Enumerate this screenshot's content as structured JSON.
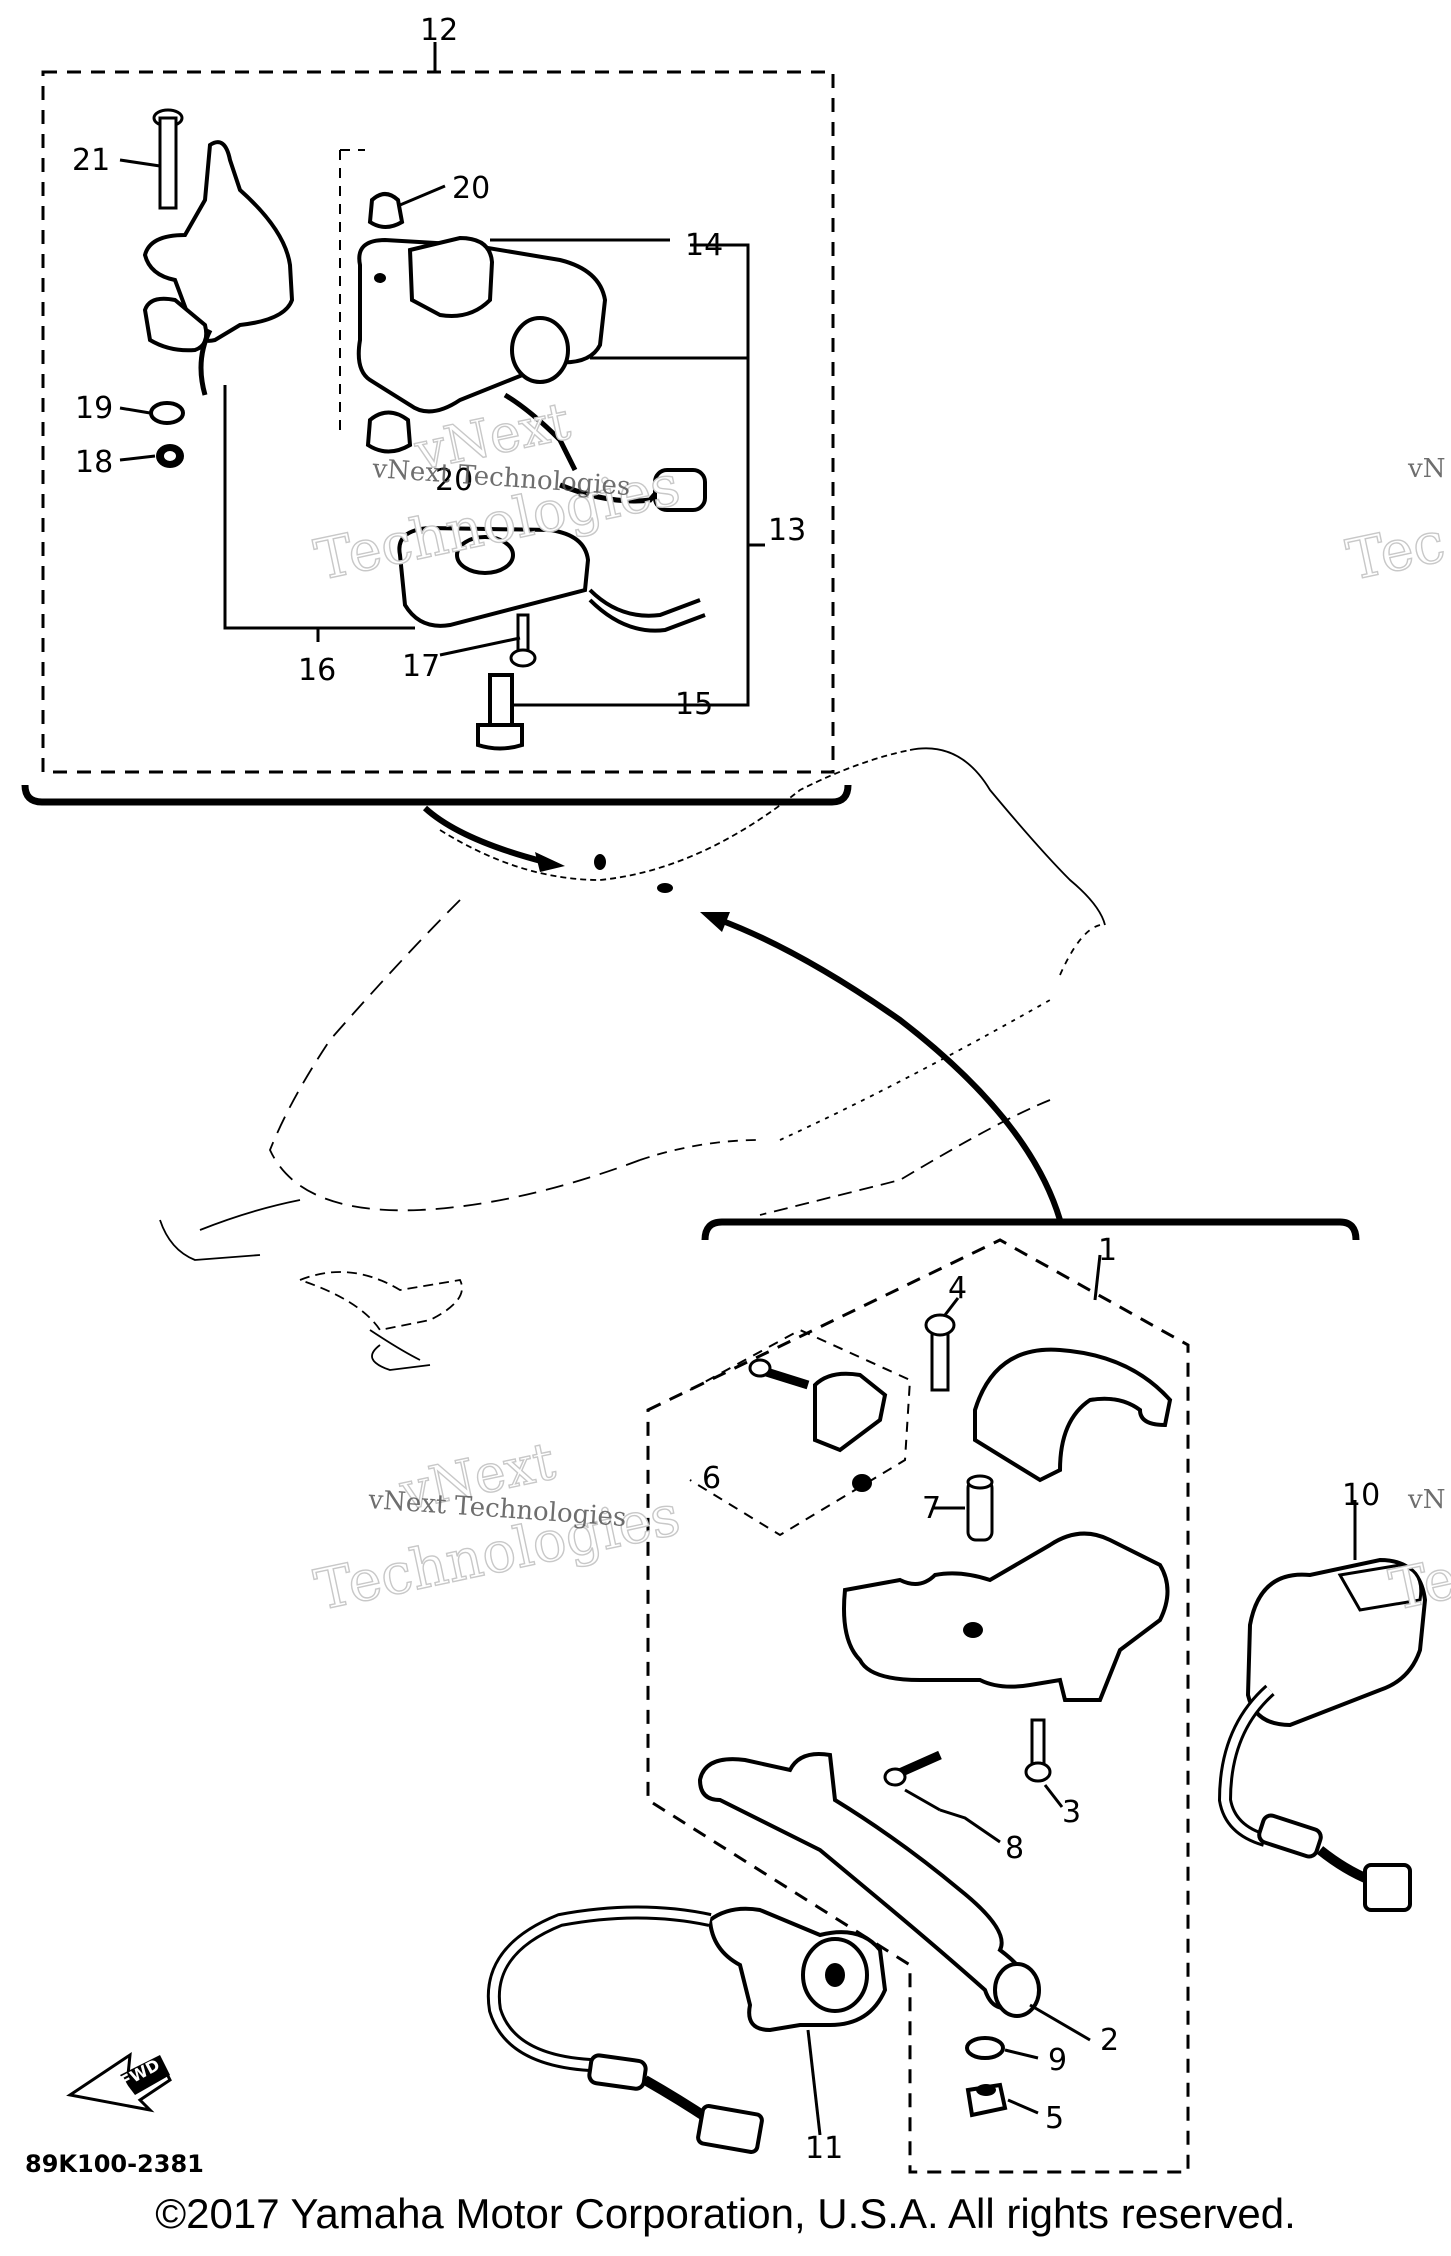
{
  "callouts": {
    "c1": "1",
    "c2": "2",
    "c3": "3",
    "c4": "4",
    "c5": "5",
    "c6": "6",
    "c7": "7",
    "c8": "8",
    "c9": "9",
    "c10": "10",
    "c11": "11",
    "c12": "12",
    "c13": "13",
    "c14": "14",
    "c15": "15",
    "c16": "16",
    "c17": "17",
    "c18": "18",
    "c19": "19",
    "c20": "20",
    "c20b": "20",
    "c21": "21"
  },
  "watermark": {
    "brand_line1": "vNext",
    "brand_line2": "Technologies",
    "small_text": "vNext Technologies",
    "edge_fragment_small": "vN",
    "edge_fragment_large": "Tec"
  },
  "diagram_code": "89K100-2381",
  "front_arrow_label": "FWD",
  "copyright": "©2017 Yamaha Motor Corporation, U.S.A. All rights reserved."
}
